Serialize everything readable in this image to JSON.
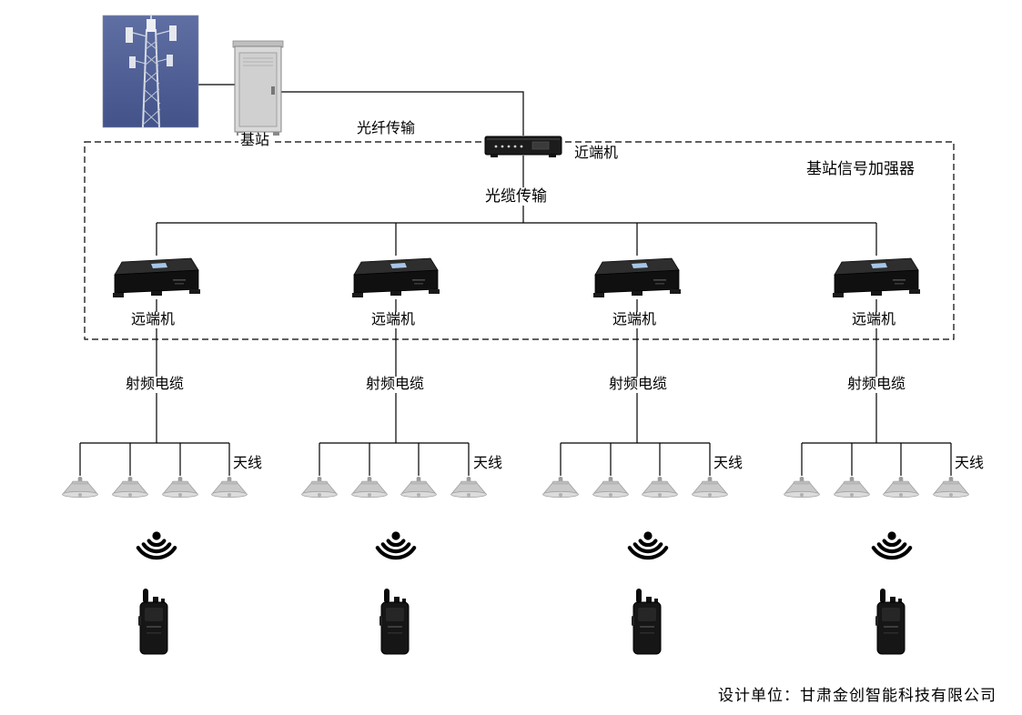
{
  "diagram": {
    "title": "基站信号加强器",
    "base_station": "基站",
    "fiber_transmission": "光纤传输",
    "near_end_unit": "近端机",
    "optical_cable_transmission": "光缆传输",
    "footer": "设计单位：甘肃金创智能科技有限公司"
  },
  "branches": [
    {
      "remote_unit": "远端机",
      "rf_cable": "射频电缆",
      "antenna": "天线"
    },
    {
      "remote_unit": "远端机",
      "rf_cable": "射频电缆",
      "antenna": "天线"
    },
    {
      "remote_unit": "远端机",
      "rf_cable": "射频电缆",
      "antenna": "天线"
    },
    {
      "remote_unit": "远端机",
      "rf_cable": "射频电缆",
      "antenna": "天线"
    }
  ],
  "icons": {
    "cell_tower": "cell-tower-photo",
    "cabinet": "outdoor-cabinet",
    "near_end_device": "near-end-unit-device",
    "remote_device": "remote-unit-device",
    "ceiling_antenna": "ceiling-antenna-icon",
    "signal_waves": "signal-waves-icon",
    "radio": "walkie-talkie-icon"
  },
  "colors": {
    "background": "#ffffff",
    "line": "#000000",
    "device": "#141414",
    "remote_label_chip": "#a6c6e6",
    "sky": "#4e5e92"
  }
}
